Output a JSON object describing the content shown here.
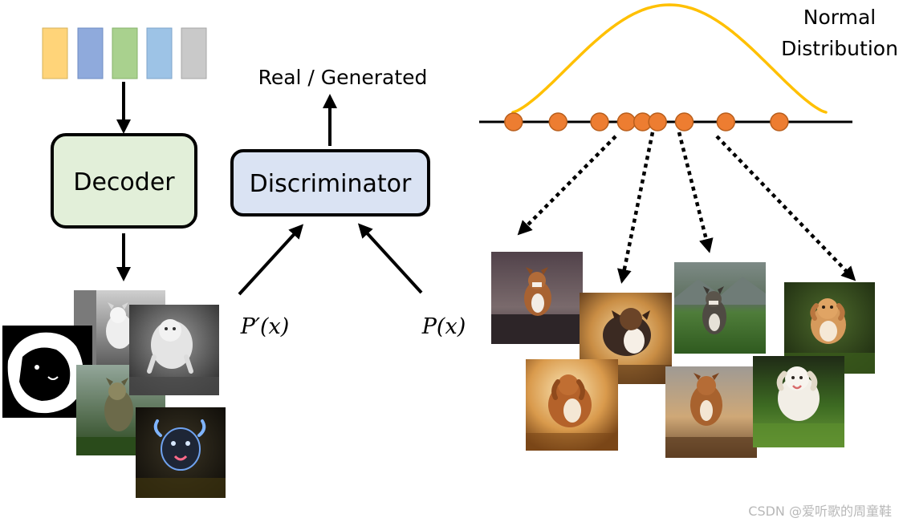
{
  "latent": {
    "colors": [
      "#ffd479",
      "#8faadc",
      "#a9d18e",
      "#9dc3e6",
      "#c9c9c9"
    ]
  },
  "decoder": {
    "label": "Decoder",
    "fill": "#e2efd9"
  },
  "discriminator": {
    "label": "Discriminator",
    "fill": "#dae3f3",
    "output_label": "Real / Generated",
    "input_generated": "P′(x)",
    "input_real": "P(x)"
  },
  "distribution": {
    "title_line1": "Normal",
    "title_line2": "Distribution",
    "curve_color": "#ffc000",
    "point_color": "#ed7d31",
    "points": [
      -1.05,
      -0.75,
      -0.47,
      -0.29,
      -0.18,
      -0.08,
      0.1,
      0.38,
      0.74
    ]
  },
  "decoder_outputs": {
    "styles": [
      "silhouette",
      "grayscale-street",
      "grayscale-field",
      "posterized-field",
      "neon-edge"
    ]
  },
  "generated_images": {
    "count": 7
  },
  "watermark": "CSDN @爱听歌的周童鞋"
}
